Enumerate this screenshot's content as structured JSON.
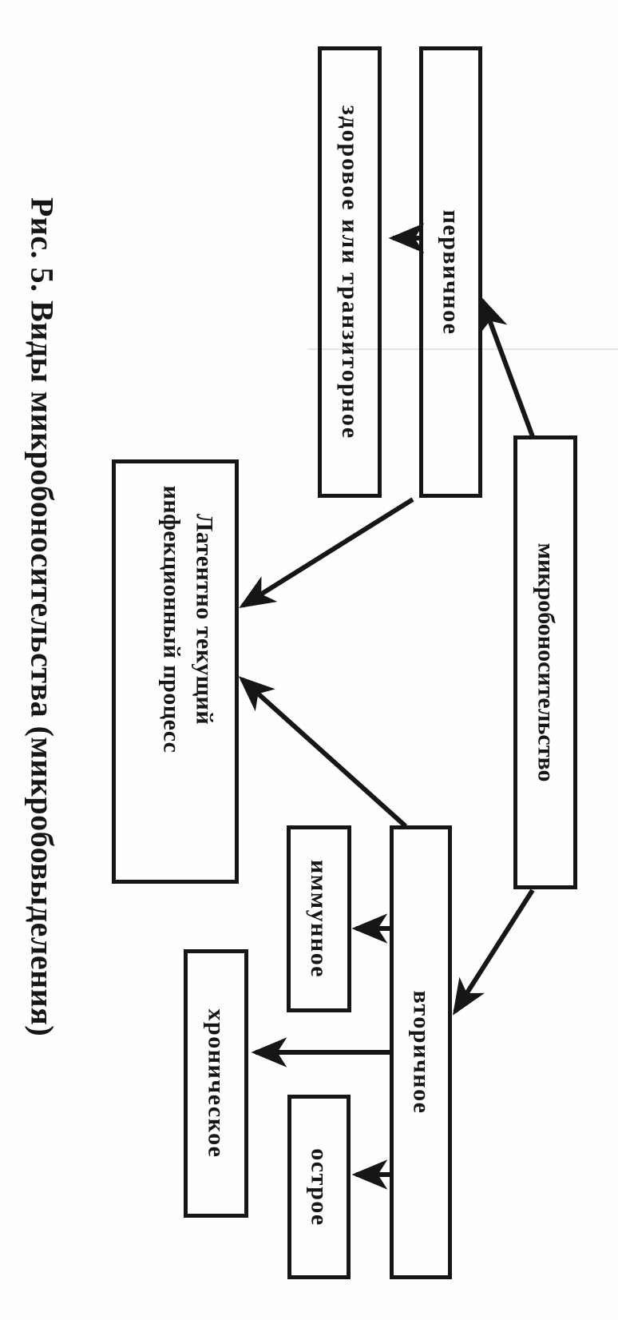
{
  "figure": {
    "caption": "Рис. 5. Виды микробоносительства (микробовыделения)",
    "type": "flowchart",
    "colors": {
      "ink": "#161616",
      "paper": "#fefefe"
    }
  },
  "nodes": {
    "carriage": {
      "label": "микробоносительство"
    },
    "primary": {
      "label": "первичное"
    },
    "healthy_transient": {
      "label": "здоровое или транзиторное"
    },
    "latent": {
      "label": "Латентно текущий инфекционный процесс",
      "lines": [
        "Латентно текущий",
        "инфекционный процесс"
      ]
    },
    "secondary": {
      "label": "вторичное"
    },
    "immune": {
      "label": "иммунное"
    },
    "chronic": {
      "label": "хроническое"
    },
    "acute": {
      "label": "острое"
    }
  },
  "edges": [
    {
      "from": "carriage",
      "to": "primary"
    },
    {
      "from": "carriage",
      "to": "secondary"
    },
    {
      "from": "primary",
      "to": "healthy_transient"
    },
    {
      "from": "primary",
      "to": "latent"
    },
    {
      "from": "secondary",
      "to": "latent"
    },
    {
      "from": "secondary",
      "to": "immune"
    },
    {
      "from": "secondary",
      "to": "chronic"
    },
    {
      "from": "secondary",
      "to": "acute"
    }
  ]
}
